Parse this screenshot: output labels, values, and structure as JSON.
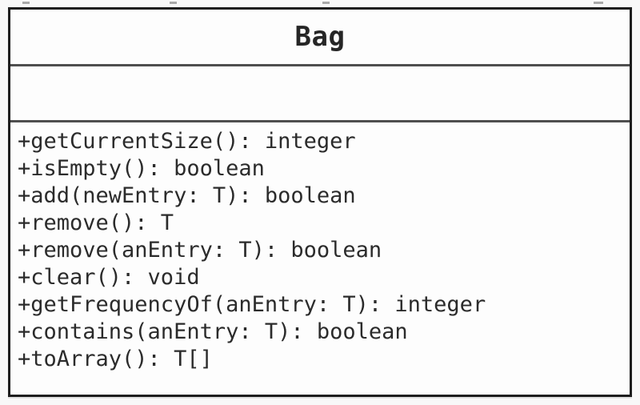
{
  "uml_class": {
    "name": "Bag",
    "attributes": [],
    "methods": [
      "+getCurrentSize(): integer",
      "+isEmpty(): boolean",
      "+add(newEntry: T): boolean",
      "+remove(): T",
      "+remove(anEntry: T): boolean",
      "+clear(): void",
      "+getFrequencyOf(anEntry: T): integer",
      "+contains(anEntry: T): boolean",
      "+toArray(): T[]"
    ]
  },
  "colors": {
    "outer_border": "#1e1e1e",
    "divider": "#4f4f4f",
    "text": "#2b2b2b",
    "page_background": "#f8f8f8",
    "box_fill": "#fdfdfd"
  }
}
